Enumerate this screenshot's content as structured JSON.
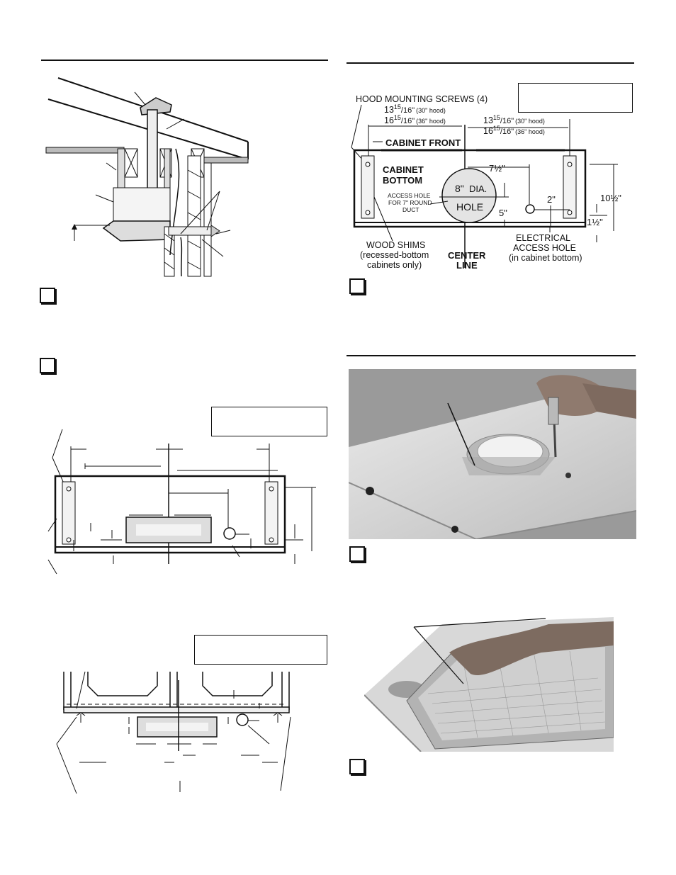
{
  "figure_top_right": {
    "screws_label": "HOOD MOUNTING SCREWS (4)",
    "dim_left_30_whole": "13",
    "dim_left_30_frac": "15",
    "dim_left_30_den": "/16\"",
    "dim_left_30_note": "(30\" hood)",
    "dim_left_36_whole": "16",
    "dim_left_36_frac": "15",
    "dim_left_36_den": "/16\"",
    "dim_left_36_note": "(36\" hood)",
    "dim_right_30_whole": "13",
    "dim_right_30_frac": "15",
    "dim_right_30_den": "/16\"",
    "dim_right_30_note": "(30\" hood)",
    "dim_right_36_whole": "16",
    "dim_right_36_frac": "15",
    "dim_right_36_den": "/16\"",
    "dim_right_36_note": "(36\" hood)",
    "cabinet_front": "CABINET FRONT",
    "cabinet_bottom_1": "CABINET",
    "cabinet_bottom_2": "BOTTOM",
    "access_hole_1": "ACCESS HOLE",
    "access_hole_2": "FOR 7\" ROUND",
    "access_hole_3": "DUCT",
    "dia_label": "8\"",
    "dia_text": "DIA.",
    "hole_text": "HOLE",
    "dim_7_half": "7½\"",
    "dim_10_half": "10½\"",
    "dim_2": "2\"",
    "dim_5": "5\"",
    "dim_1_half": "1½\"",
    "wood_shims_1": "WOOD SHIMS",
    "wood_shims_2": "(recessed-bottom",
    "wood_shims_3": "cabinets only)",
    "center_1": "CENTER",
    "center_2": "LINE",
    "electrical_1": "ELECTRICAL",
    "electrical_2": "ACCESS HOLE",
    "electrical_3": "(in cabinet bottom)"
  }
}
